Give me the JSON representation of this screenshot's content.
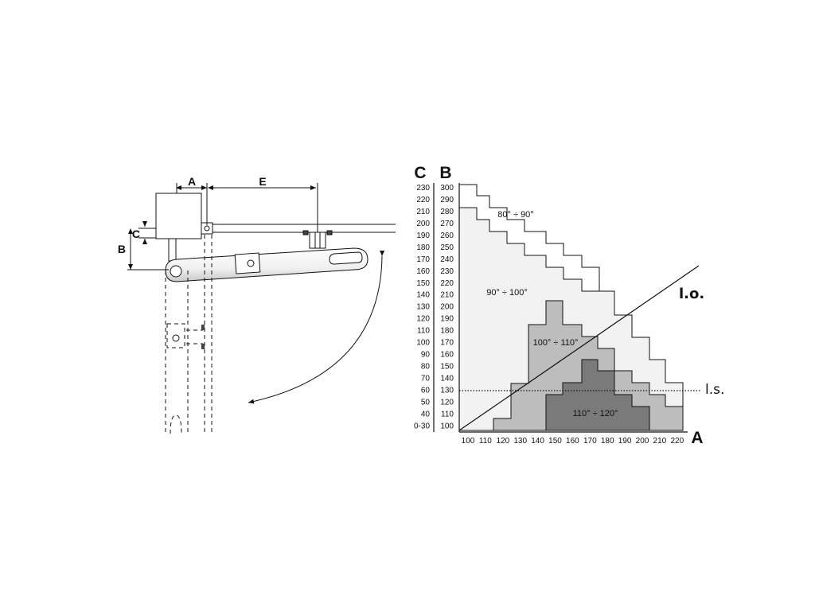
{
  "diagram": {
    "labels": {
      "a": "A",
      "b": "B",
      "c": "C",
      "e": "E"
    }
  },
  "chart_data": {
    "type": "table",
    "axis_c_labels": [
      "230",
      "220",
      "210",
      "200",
      "190",
      "180",
      "170",
      "160",
      "150",
      "140",
      "130",
      "120",
      "110",
      "100",
      "90",
      "80",
      "70",
      "60",
      "50",
      "40",
      "0-30"
    ],
    "axis_b_labels": [
      "300",
      "290",
      "280",
      "270",
      "260",
      "250",
      "240",
      "230",
      "220",
      "210",
      "200",
      "190",
      "180",
      "170",
      "160",
      "150",
      "140",
      "130",
      "120",
      "110",
      "100"
    ],
    "axis_a_labels": [
      "100",
      "110",
      "120",
      "130",
      "140",
      "150",
      "160",
      "170",
      "180",
      "190",
      "200",
      "210",
      "220"
    ],
    "axis_titles": {
      "c": "C",
      "b": "B",
      "a": "A"
    },
    "zones": [
      {
        "label": "80° ÷ 90°",
        "color": "#ffffff"
      },
      {
        "label": "90° ÷ 100°",
        "color": "#f2f2f2"
      },
      {
        "label": "100° ÷ 110°",
        "color": "#bdbdbd"
      },
      {
        "label": "110° ÷ 120°",
        "color": "#7a7a7a"
      }
    ],
    "lines": {
      "lo": "l.o.",
      "ls": "l.s."
    }
  }
}
